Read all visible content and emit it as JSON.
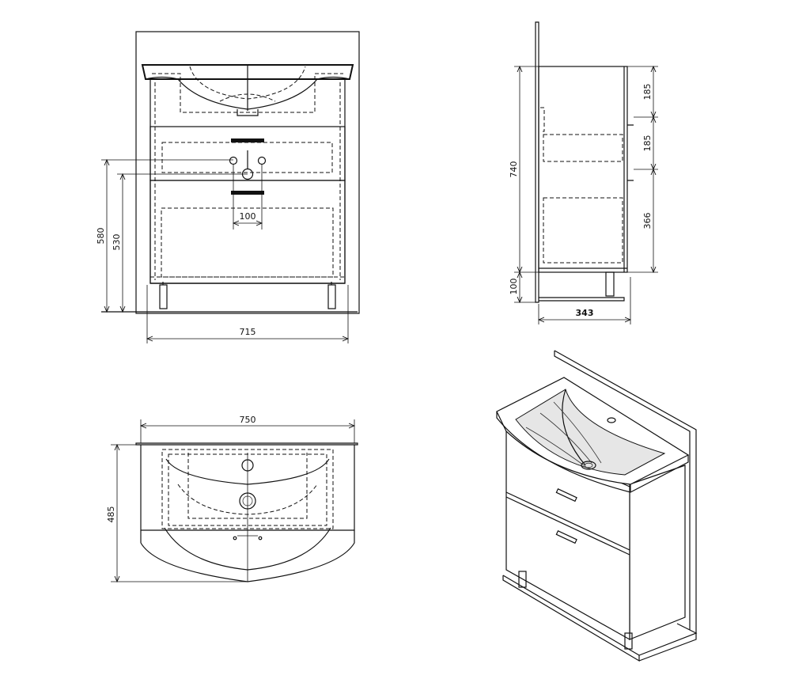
{
  "dimensions": {
    "front_width": "715",
    "front_height_outer": "580",
    "front_height_inner": "530",
    "tap_spacing": "100",
    "side_total": "740",
    "side_drawer1": "185",
    "side_drawer2": "185",
    "side_lower": "366",
    "side_legs": "100",
    "side_depth": "343",
    "top_width": "750",
    "top_depth": "485"
  }
}
